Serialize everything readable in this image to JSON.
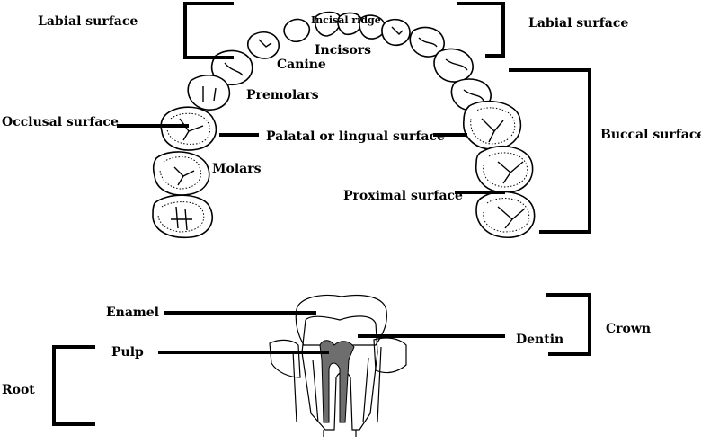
{
  "arch": {
    "labels": {
      "labial_left": "Labial surface",
      "labial_right": "Labial surface",
      "incisal_ridge": "Incisal ridge",
      "incisors": "Incisors",
      "canine": "Canine",
      "premolars": "Premolars",
      "occlusal": "Occlusal surface",
      "palatal": "Palatal or lingual surface",
      "molars": "Molars",
      "proximal": "Proximal surface",
      "buccal": "Buccal surface"
    }
  },
  "section": {
    "labels": {
      "enamel": "Enamel",
      "pulp": "Pulp",
      "dentin": "Dentin",
      "crown": "Crown",
      "root": "Root"
    }
  }
}
